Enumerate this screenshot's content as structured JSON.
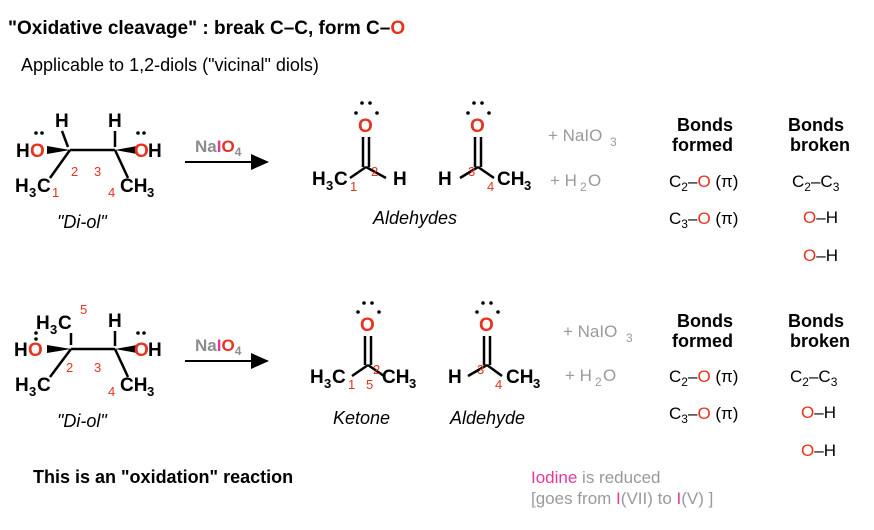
{
  "title": {
    "prefix": "\"Oxidative cleavage\" : break C–C, form C–",
    "o": "O"
  },
  "subtitle": "Applicable to 1,2-diols (\"vicinal\" diols)",
  "reagent": {
    "na": "Na",
    "i": "I",
    "o4": "O",
    "four": "4"
  },
  "reaction1": {
    "reactant_label": "\"Di-ol\"",
    "product_label": "Aldehydes",
    "byproducts": [
      "+ NaIO",
      "+ H",
      "3",
      "2",
      "O"
    ],
    "bonds_formed_header": [
      "Bonds",
      "formed"
    ],
    "bonds_broken_header": [
      "Bonds",
      "broken"
    ],
    "bonds_formed": [
      "C2–O (π)",
      "C3–O (π)"
    ],
    "bonds_broken": [
      "C2–C3",
      "O–H",
      "O–H"
    ]
  },
  "reaction2": {
    "reactant_label": "\"Di-ol\"",
    "product_label_1": "Ketone",
    "product_label_2": "Aldehyde",
    "bonds_formed": [
      "C2–O (π)",
      "C3–O (π)"
    ],
    "bonds_broken": [
      "C2–C3",
      "O–H",
      "O–H"
    ]
  },
  "footer": "This is an \"oxidation\" reaction",
  "note": {
    "iodine": "Iodine",
    "reduced": " is reduced",
    "line2_a": "[goes from ",
    "I": "I",
    "vii": "(VII) to ",
    "v": "(V) ]"
  },
  "colors": {
    "oxygen": "#e8321e",
    "iodine": "#e5399a",
    "gray": "#9a9a9a"
  }
}
